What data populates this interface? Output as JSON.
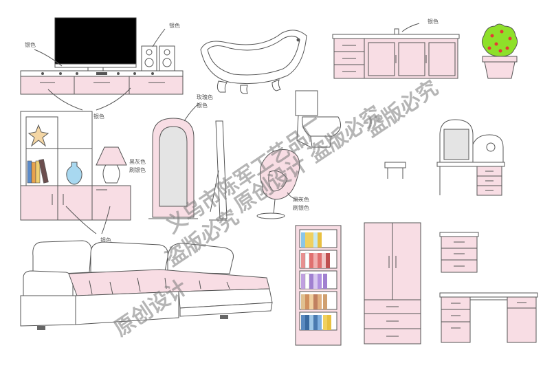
{
  "annotations": {
    "tv_1": "银色",
    "tv_2": "银色",
    "tv_cabinet": "银色",
    "cabinet_top": "银色",
    "mirror_1": "玫瑰色",
    "mirror_2": "银色",
    "lamp_1": "黑灰色",
    "lamp_2": "刷银色",
    "chair_1": "黑灰色",
    "chair_2": "刷银色",
    "shelf": "银色"
  },
  "watermarks": {
    "line_1": "义乌市陈军工艺品厂",
    "line_2": "盗版必究",
    "line_3": "原创设计",
    "line_4": "原创设计 盗版必究",
    "line_5": "盗版必究"
  },
  "colors": {
    "pink": "#f8dde4",
    "outline": "#555555",
    "plant_green": "#8ee02a",
    "plant_berry": "#e53935",
    "tv_screen": "#000000"
  }
}
